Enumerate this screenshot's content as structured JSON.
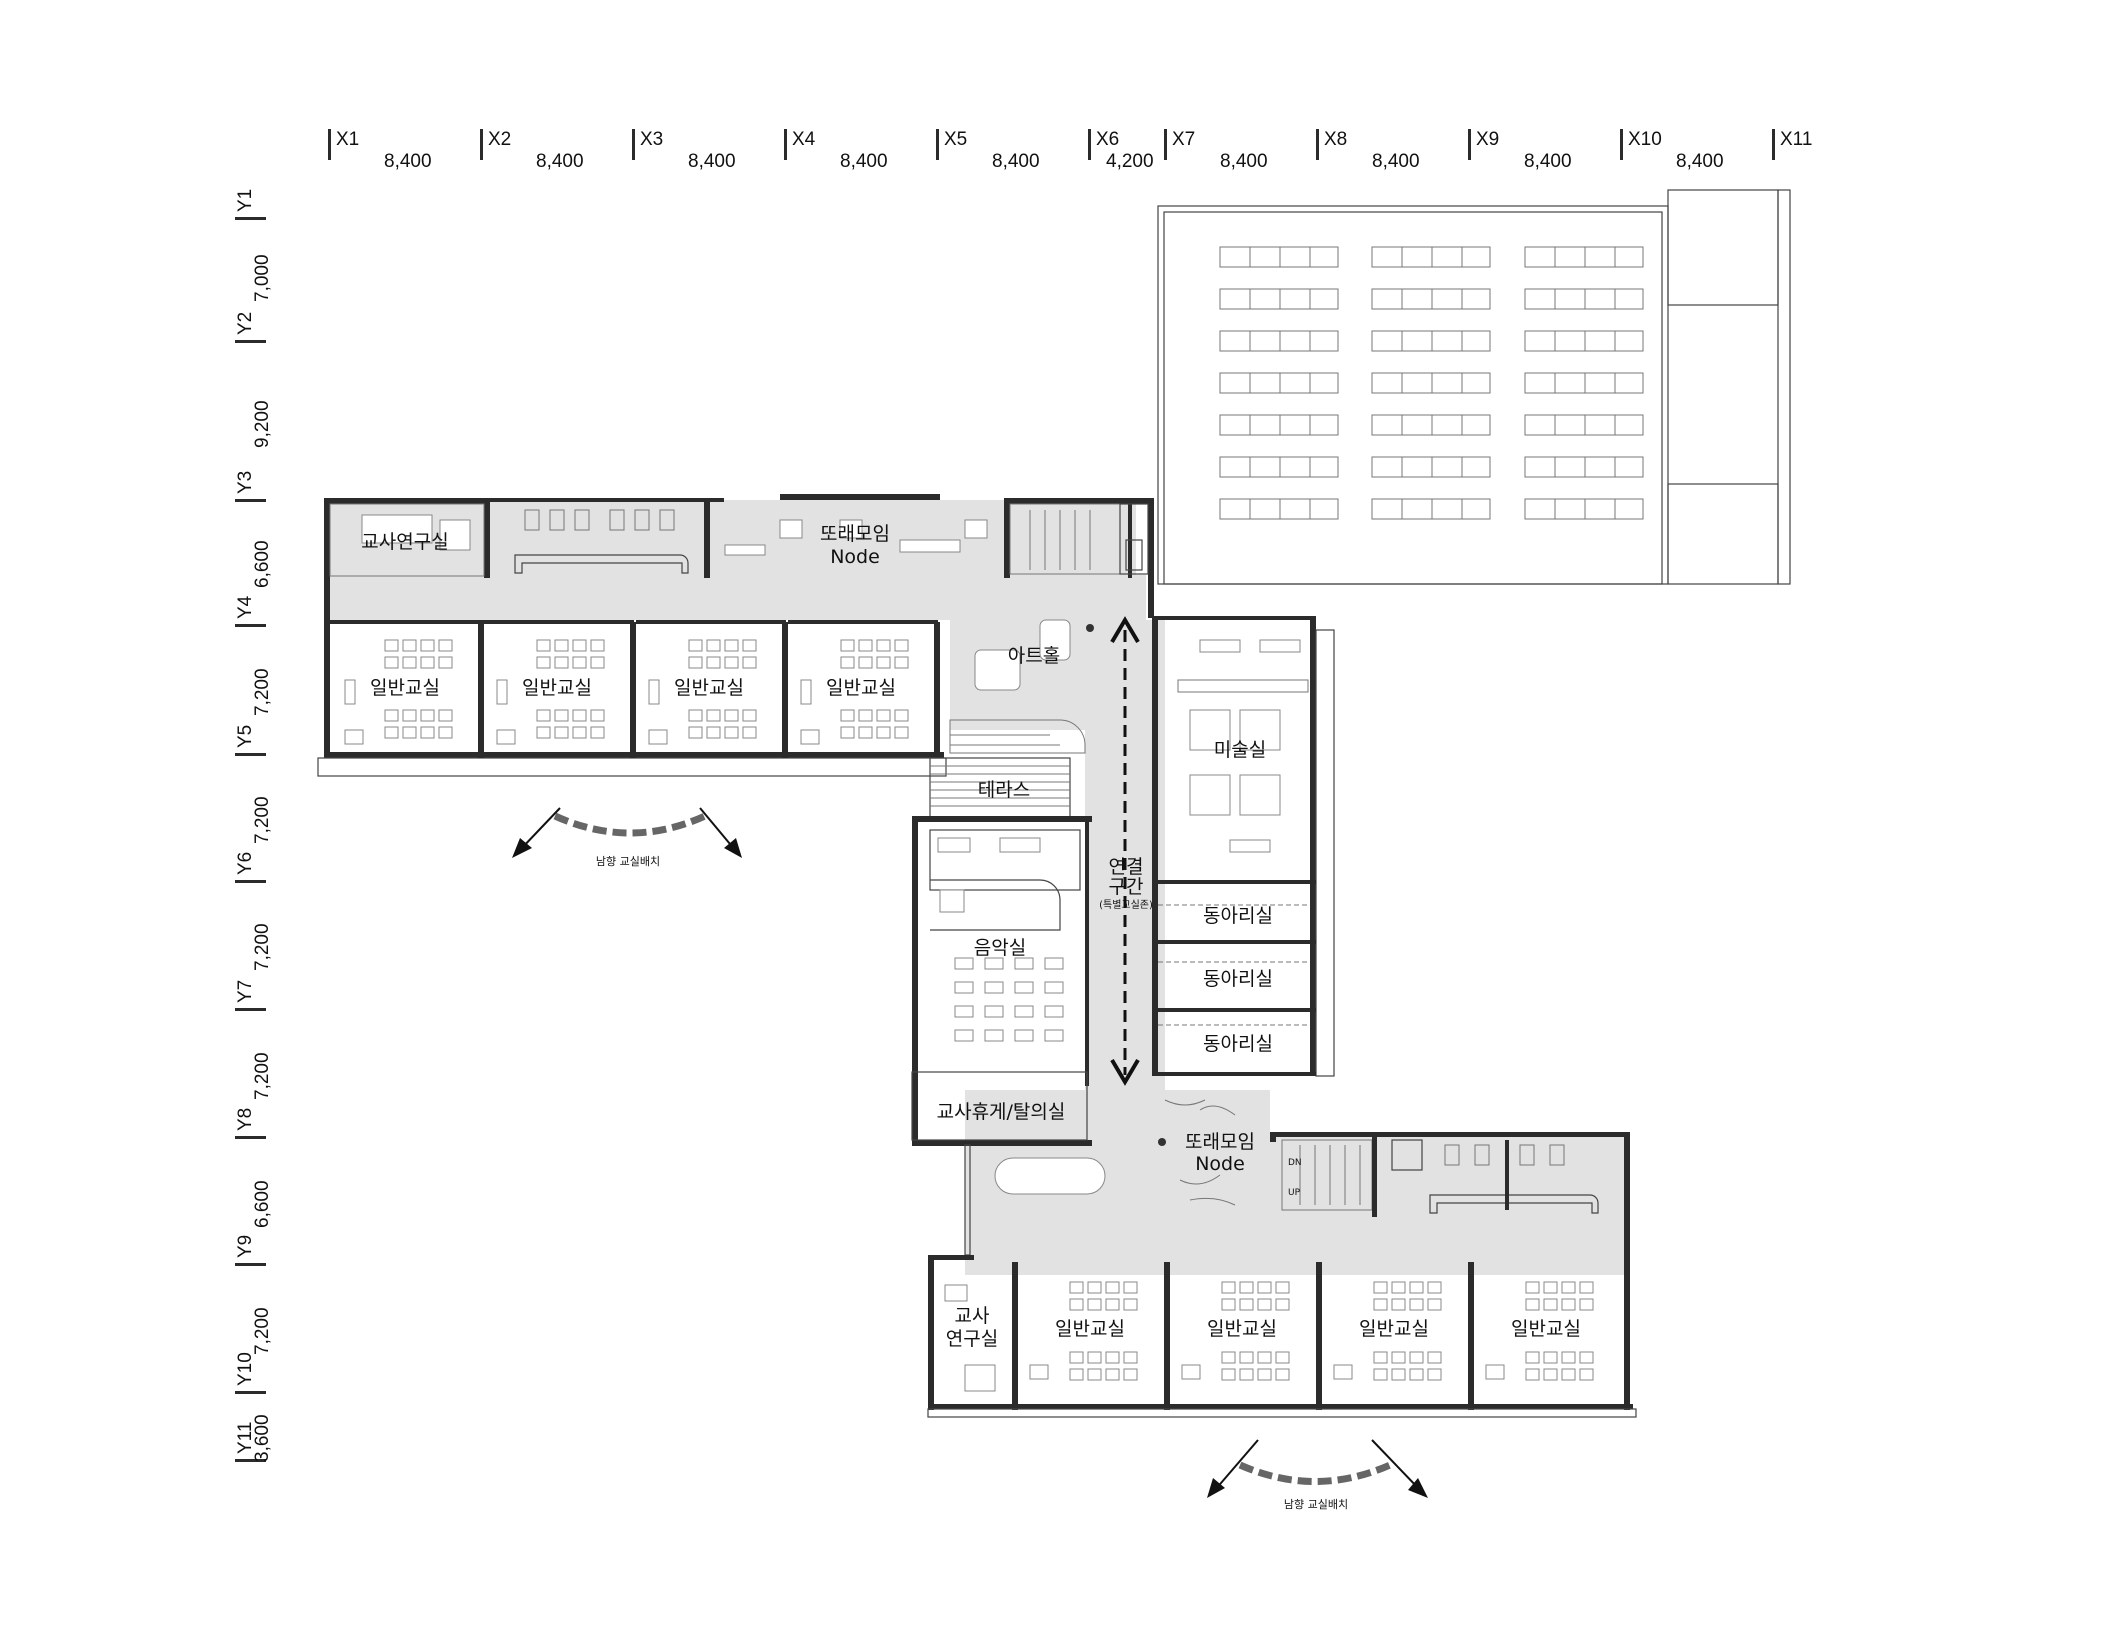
{
  "grid_x": [
    {
      "id": "X1"
    },
    {
      "id": "X2"
    },
    {
      "id": "X3"
    },
    {
      "id": "X4"
    },
    {
      "id": "X5"
    },
    {
      "id": "X6"
    },
    {
      "id": "X7"
    },
    {
      "id": "X8"
    },
    {
      "id": "X9"
    },
    {
      "id": "X10"
    },
    {
      "id": "X11"
    }
  ],
  "spans_x": [
    "8,400",
    "8,400",
    "8,400",
    "8,400",
    "8,400",
    "4,200",
    "8,400",
    "8,400",
    "8,400",
    "8,400"
  ],
  "grid_y": [
    {
      "id": "Y1"
    },
    {
      "id": "Y2"
    },
    {
      "id": "Y3"
    },
    {
      "id": "Y4"
    },
    {
      "id": "Y5"
    },
    {
      "id": "Y6"
    },
    {
      "id": "Y7"
    },
    {
      "id": "Y8"
    },
    {
      "id": "Y9"
    },
    {
      "id": "Y10"
    },
    {
      "id": "Y11"
    }
  ],
  "spans_y": [
    "7,000",
    "9,200",
    "6,600",
    "7,200",
    "7,200",
    "7,200",
    "7,200",
    "6,600",
    "7,200",
    "3,600"
  ],
  "rooms": {
    "teacher_research_1": "교사연구실",
    "node_1_line1": "또래모임",
    "node_1_line2": "Node",
    "classroom": "일반교실",
    "art_hall": "아트홀",
    "terrace": "테라스",
    "art_room": "미술실",
    "connection_line1": "연결",
    "connection_line2": "구간",
    "connection_line3": "(특별교실존)",
    "music_room": "음악실",
    "club_room": "동아리실",
    "teacher_lounge": "교사휴게/탈의실",
    "node_2_line1": "또래모임",
    "node_2_line2": "Node",
    "teacher_research_2_line1": "교사",
    "teacher_research_2_line2": "연구실"
  },
  "captions": {
    "south_facing": "남향 교실배치"
  },
  "stairs": {
    "down": "DN",
    "up": "UP"
  }
}
